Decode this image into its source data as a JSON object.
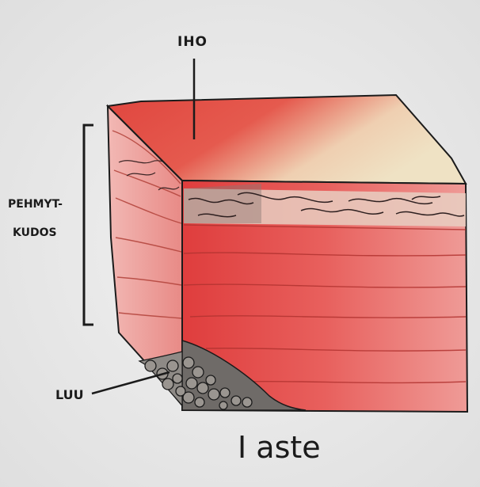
{
  "labels": {
    "skin": "IHO",
    "soft_tissue_line1": "PEHMYT-",
    "soft_tissue_line2": "KUDOS",
    "bone": "LUU",
    "caption": "I aste"
  },
  "colors": {
    "paper": "#eaeaea",
    "skin_top": "#efe3c6",
    "burn_red": "#e53a3a",
    "tissue_pink": "#ea8f8f",
    "tissue_red": "#dd4b4b",
    "fat_layer": "#e6cfc0",
    "bone_grey": "#6e6a66",
    "ink": "#1b1b1b"
  }
}
